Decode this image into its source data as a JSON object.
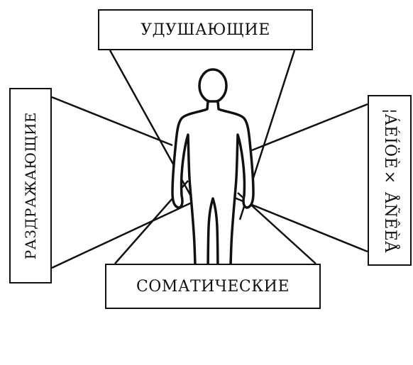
{
  "labels": {
    "top": "УДУШАЮЩИЕ",
    "bottom": "СОМАТИЧЕСКИЕ",
    "left": "РАЗДРАЖАЮЩИЕ",
    "right": "¦ÁÉÍÖÈ× ÅÑÊÈÅ"
  },
  "colors": {
    "line": "#111111",
    "background": "#ffffff"
  },
  "icons": {
    "center": "human-silhouette-icon"
  }
}
